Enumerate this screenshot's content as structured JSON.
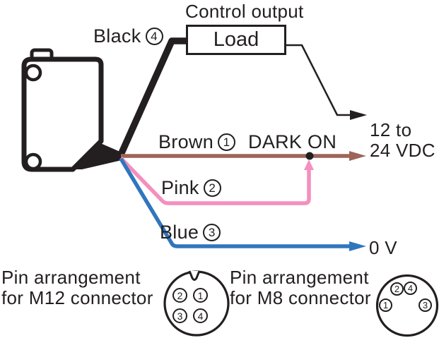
{
  "colors": {
    "ink": "#231f20",
    "wire_brown": "#9e6459",
    "wire_pink": "#f48fbe",
    "wire_blue": "#3076be"
  },
  "diagram": {
    "control_output_label": "Control output",
    "load_label": "Load",
    "dark_on_label": "DARK ON",
    "supply_label_line1": "12 to",
    "supply_label_line2": "24 VDC",
    "zero_v_label": "0 V",
    "wires": [
      {
        "name": "Black",
        "pin": "4"
      },
      {
        "name": "Brown",
        "pin": "1"
      },
      {
        "name": "Pink",
        "pin": "2"
      },
      {
        "name": "Blue",
        "pin": "3"
      }
    ]
  },
  "connectors": {
    "m12": {
      "label_line1": "Pin arrangement",
      "label_line2": "for M12 connector",
      "pins": [
        "2",
        "1",
        "3",
        "4"
      ]
    },
    "m8": {
      "label_line1": "Pin arrangement",
      "label_line2": "for M8 connector",
      "pins": [
        "2",
        "4",
        "1",
        "3"
      ]
    }
  }
}
